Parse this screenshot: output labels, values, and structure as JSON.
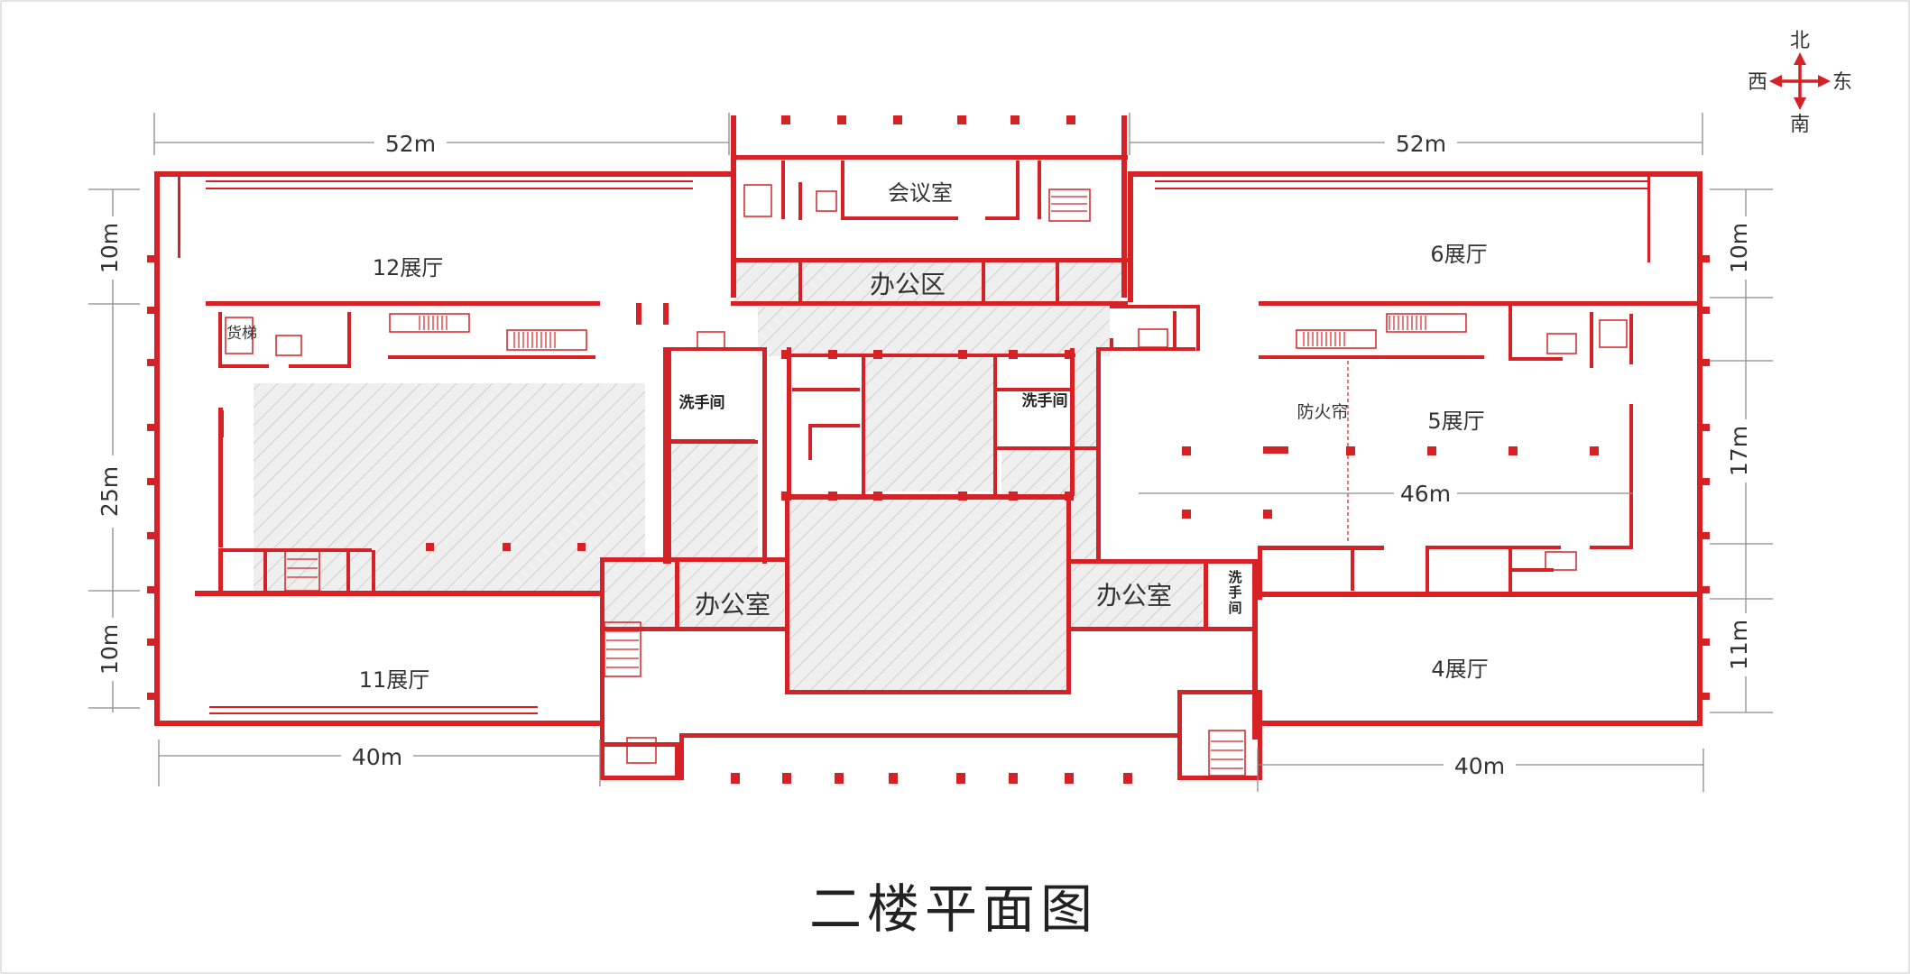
{
  "title": "二楼平面图",
  "compass": {
    "north": "北",
    "south": "南",
    "west": "西",
    "east": "东"
  },
  "dimensions": {
    "top_left_width": "52m",
    "top_right_width": "52m",
    "bottom_left_width": "40m",
    "bottom_right_width": "40m",
    "left_top_depth": "10m",
    "left_middle_depth": "25m",
    "left_bottom_depth": "10m",
    "right_top_depth": "10m",
    "right_middle_depth": "17m",
    "right_bottom_depth": "11m",
    "hall5_width": "46m"
  },
  "rooms": {
    "hall12": "12展厅",
    "hall11": "11展厅",
    "hall6": "6展厅",
    "hall5": "5展厅",
    "hall4": "4展厅",
    "meeting_room": "会议室",
    "office_area": "办公区",
    "office_left": "办公室",
    "office_right": "办公室",
    "restroom_left": "洗手间",
    "restroom_middle": "洗手间",
    "restroom_right": "洗手间",
    "freight_elevator": "货梯",
    "fire_curtain": "防火帘"
  },
  "colors": {
    "wall": "#d42227",
    "hatch": "#bdbdbd",
    "dimension": "#8a8a8a"
  }
}
